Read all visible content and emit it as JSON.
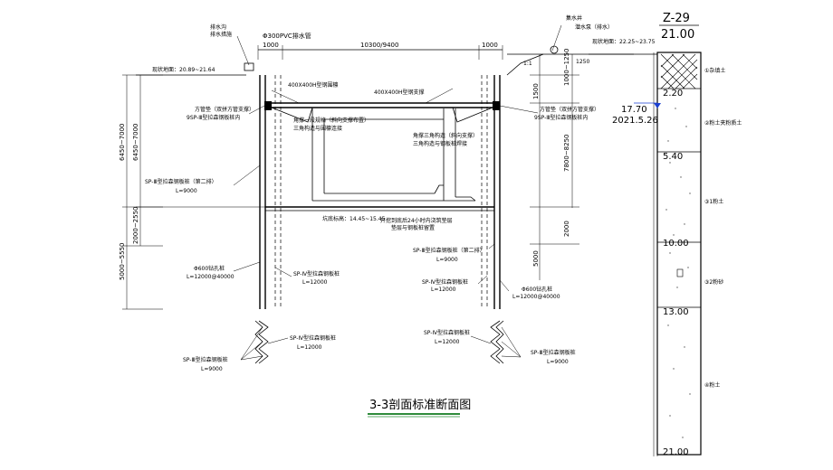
{
  "drawing": {
    "title": "3-3剖面标准断面图",
    "title_underline_color": "#2e8b3a",
    "top_dims": {
      "left": "1000",
      "middle": "10300/9400",
      "right": "1000"
    },
    "elevations": {
      "ground_left": "现状地面：20.89~21.64",
      "ground_right": "现状地面：22.25~23.75",
      "pit_bottom": "坑底标高：14.45~15.45",
      "pit_bottom_note": "开挖到底后24小时内浇筑垫层",
      "pit_bottom_note2": "垫层与钢板桩留置"
    },
    "left_labels": {
      "drain": "排水沟",
      "drain2": "排水措施",
      "pvc": "Φ300PVC排水管",
      "beam": "400X400H型钢围檩",
      "brace": "400X400H型钢支撑",
      "waler": "方管垫（双拼方管支撑）",
      "waler2": "9SP-Ⅲ型拉森钢板桩内",
      "corner": "角撑一段规格（斜向支撑布置）",
      "corner2": "三角构造与围檩连接",
      "sheet": "SP-Ⅲ型拉森钢板桩（第二排）",
      "sheet_len": "L=9000",
      "pile": "Φ600钻孔桩",
      "pile_len": "L=12000@40000",
      "sheet4": "SP-Ⅳ型拉森钢板桩",
      "sheet4_len": "L=12000"
    },
    "right_labels": {
      "pump": "集水井",
      "pump2": "潜水泵（排水）",
      "tie": "方管垫（双拼方管支撑）",
      "tie2": "9SP-Ⅲ型拉森钢板桩内",
      "corner": "角撑三角构造（斜向支撑）",
      "corner2": "三角构造与钢板桩焊接",
      "slope": "1:1",
      "slope_width": "1250",
      "sheet": "SP-Ⅲ型拉森钢板桩（第二排）",
      "sheet_len": "L=9000",
      "sheet4": "SP-Ⅳ型拉森钢板桩",
      "sheet4_len": "L=12000",
      "pile_len": "L=12000@40000",
      "pile": "Φ600钻孔桩"
    },
    "vert_dims_left": [
      "6450~7000",
      "6450~7000",
      "2000~2550",
      "5000~5550"
    ],
    "vert_dims_right": [
      "1500",
      "1000~1250",
      "7800~8250",
      "2000",
      "5000"
    ],
    "detail_left": {
      "sheet4": "SP-Ⅳ型拉森钢板桩",
      "sheet4_len": "L=12000",
      "sheet3": "SP-Ⅲ型拉森钢板桩",
      "sheet3_len": "L=9000"
    },
    "detail_right": {
      "sheet4": "SP-Ⅳ型拉森钢板桩",
      "sheet4_len": "L=12000",
      "sheet3": "SP-Ⅲ型拉森钢板桩",
      "sheet3_len": "L=9000"
    }
  },
  "borehole": {
    "id": "Z-29",
    "top_elev": "21.00",
    "water_elev": "17.70",
    "water_date": "2021.5.26",
    "depths": [
      "2.20",
      "5.40",
      "10.00",
      "13.00",
      "21.00"
    ],
    "layers": [
      "①杂填土",
      "②粉土夹粉质土",
      "③1粉土",
      "③2粉砂",
      "④粉土"
    ],
    "accent_water": "#1a3fd0"
  }
}
